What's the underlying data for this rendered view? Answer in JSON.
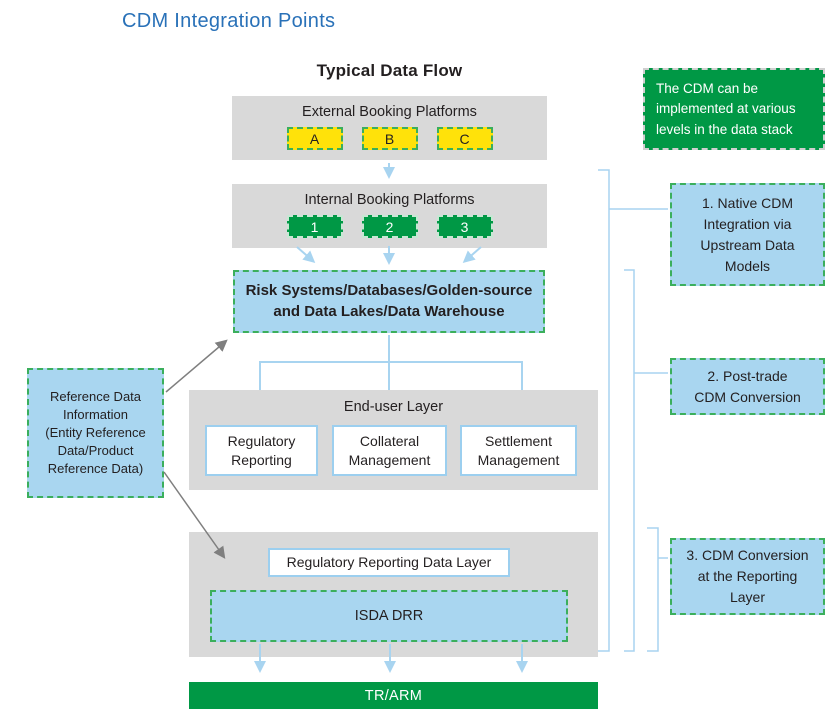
{
  "header": {
    "title": "CDM Integration Points"
  },
  "flow": {
    "title": "Typical Data Flow",
    "external": {
      "label": "External Booking Platforms",
      "platforms": [
        "A",
        "B",
        "C"
      ]
    },
    "internal": {
      "label": "Internal Booking Platforms",
      "platforms": [
        "1",
        "2",
        "3"
      ]
    },
    "risk_systems": {
      "lines": [
        "Risk Systems/Databases/Golden-source",
        "and Data Lakes/Data Warehouse"
      ]
    },
    "end_user": {
      "label": "End-user Layer",
      "items": [
        "Regulatory Reporting",
        "Collateral Management",
        "Settlement Management"
      ]
    },
    "reporting": {
      "data_layer_label": "Regulatory Reporting Data Layer",
      "isda_drr_label": "ISDA DRR"
    },
    "tr_arm": {
      "label": "TR/ARM"
    }
  },
  "reference_data": {
    "lines": [
      "Reference Data",
      "Information",
      "(Entity Reference",
      "Data/Product",
      "Reference Data)"
    ]
  },
  "annotation": {
    "lines": [
      "The CDM can be",
      "implemented at various",
      "levels in the data stack"
    ]
  },
  "integration_points": [
    {
      "lines": [
        "1. Native CDM",
        "Integration via",
        "Upstream Data",
        "Models"
      ]
    },
    {
      "lines": [
        "2. Post-trade",
        "CDM Conversion"
      ]
    },
    {
      "lines": [
        "3. CDM Conversion",
        "at the Reporting",
        "Layer"
      ]
    }
  ],
  "colors": {
    "title_blue": "#2971B8",
    "panel_gray": "#D9D9D9",
    "platform_yellow": "#FFE20A",
    "solid_green": "#009845",
    "dashed_border_green": "#3BAF5C",
    "light_blue_fill": "#A9D6F0",
    "connector_blue": "#A8D4F0",
    "arrow_gray": "#7F7F7F",
    "text_dark": "#231F20"
  }
}
